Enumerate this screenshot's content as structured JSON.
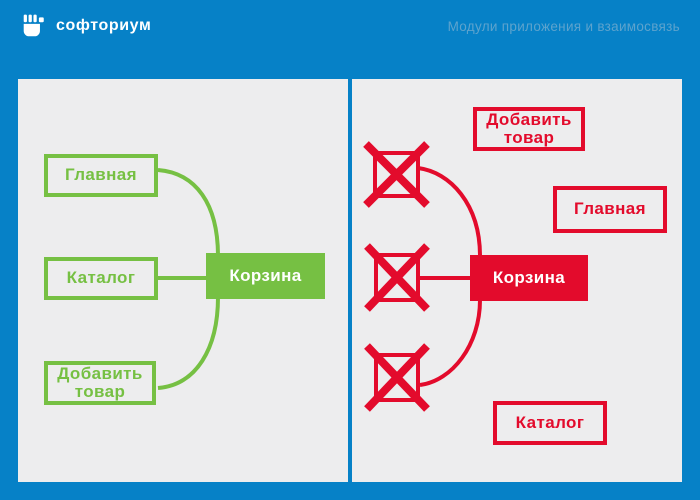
{
  "header": {
    "logo_text": "софториум",
    "title": "Модули приложения и взаимосвязь"
  },
  "colors": {
    "blue": "#0681c7",
    "panel": "#ededee",
    "green": "#76c043",
    "red": "#e30b2c",
    "title": "#5da3cd"
  },
  "left_panel": {
    "nodes": [
      "Главная",
      "Каталог",
      "Добавить товар"
    ],
    "hub": "Корзина"
  },
  "right_panel": {
    "hub": "Корзина",
    "floating_nodes": [
      "Добавить товар",
      "Главная",
      "Каталог"
    ],
    "removed_placeholder_count": "3"
  }
}
